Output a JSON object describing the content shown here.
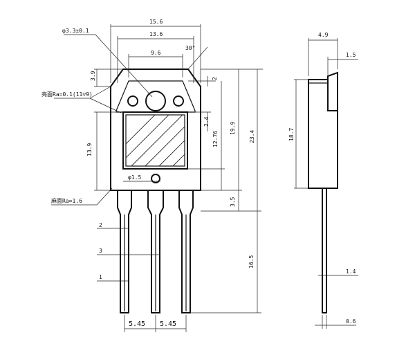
{
  "front_view": {
    "dims": {
      "outer_width": "15.6",
      "tab_width": "13.6",
      "hole_spacing": "9.6",
      "chamfer_angle": "30°",
      "hole_diameter": "φ3.3±0.1",
      "top_chamfer_h": "3.9",
      "tab_step": "2",
      "roughness_top": "亮面Ra=0.1(11▽9)",
      "roughness_bottom": "麻面Ra=1.6",
      "die_offset": "2.4",
      "window_height": "12.76",
      "body_height": "19.9",
      "total_height": "23.4",
      "side_height": "13.9",
      "small_hole": "φ1.5",
      "lead_shoulder": "3.5",
      "lead_length": "16.5",
      "lead_dim_2": "2",
      "lead_dim_3": "3",
      "lead_dim_1": "1",
      "pitch_left": "5.45",
      "pitch_right": "5.45"
    }
  },
  "side_view": {
    "dims": {
      "thickness": "4.9",
      "tab_thickness": "1.5",
      "body_height": "18.7",
      "lead_width": "1.4",
      "lead_thickness": "0.6"
    }
  }
}
